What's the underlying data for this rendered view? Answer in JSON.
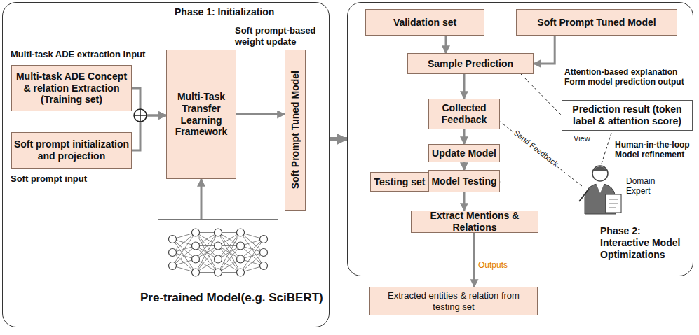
{
  "diagram": {
    "nodes": [
      {
        "text": [
          "Phase 1: Initialization"
        ]
      },
      {
        "text": [
          "Multi-task ADE Concept & relation Extraction (Training set)"
        ],
        "in": 0
      },
      {
        "text": [
          "Soft prompt initialization and projection"
        ],
        "in": 0
      },
      {
        "text": [
          "Multi-Task Transfer Learning Framework"
        ],
        "in": 0
      },
      {
        "text": [
          "Soft Prompt Tuned Model"
        ],
        "in": 0
      },
      {
        "text": [
          "Pre-trained Model(e.g. SciBERT)"
        ],
        "in": 0
      },
      {
        "text": [
          "Phase 2: Interactive Model Optimizations"
        ]
      },
      {
        "text": [
          "Validation set"
        ],
        "in": 6
      },
      {
        "text": [
          "Soft Prompt Tuned Model"
        ],
        "in": 6
      },
      {
        "text": [
          "Sample Prediction"
        ],
        "in": 6
      },
      {
        "text": [
          "Prediction result (token label & attention score)"
        ],
        "in": 6
      },
      {
        "text": [
          "Collected Feedback"
        ],
        "in": 6
      },
      {
        "text": [
          "Update Model"
        ],
        "in": 6
      },
      {
        "text": [
          "Testing set"
        ],
        "in": 6
      },
      {
        "text": [
          "Model Testing"
        ],
        "in": 6
      },
      {
        "text": [
          "Extract Mentions & Relations"
        ],
        "in": 6
      },
      {
        "text": [
          "Extracted entities & relation from testing set"
        ]
      }
    ],
    "edges": [
      {
        "from": 1,
        "to": 3,
        "arrow": "to"
      },
      {
        "from": 2,
        "to": 3,
        "arrow": "to"
      },
      {
        "from": 5,
        "to": 3,
        "arrow": "to"
      },
      {
        "from": 3,
        "to": 4,
        "arrow": "to"
      },
      {
        "from": 0,
        "to": 6,
        "arrow": "to"
      },
      {
        "from": 7,
        "to": 9,
        "arrow": "to"
      },
      {
        "from": 8,
        "to": 9,
        "arrow": "to"
      },
      {
        "from": 9,
        "to": 10,
        "arrow": "none"
      },
      {
        "from": 9,
        "to": 11,
        "arrow": "to"
      },
      {
        "from": 11,
        "to": 12,
        "arrow": "to"
      },
      {
        "from": 12,
        "to": 14,
        "arrow": "to"
      },
      {
        "from": 13,
        "to": 14,
        "arrow": "to"
      },
      {
        "from": 14,
        "to": 15,
        "arrow": "to"
      },
      {
        "from": 15,
        "to": 16,
        "arrow": "to"
      }
    ],
    "labels": [
      "Multi-task ADE extraction input",
      "Soft prompt input",
      "Soft prompt-based weight update",
      "Attention-based explanation Form model prediction output",
      "View",
      "Human-in-the-loop Model refinement",
      "Domain Expert",
      "Send Feedback",
      "Outputs"
    ]
  }
}
